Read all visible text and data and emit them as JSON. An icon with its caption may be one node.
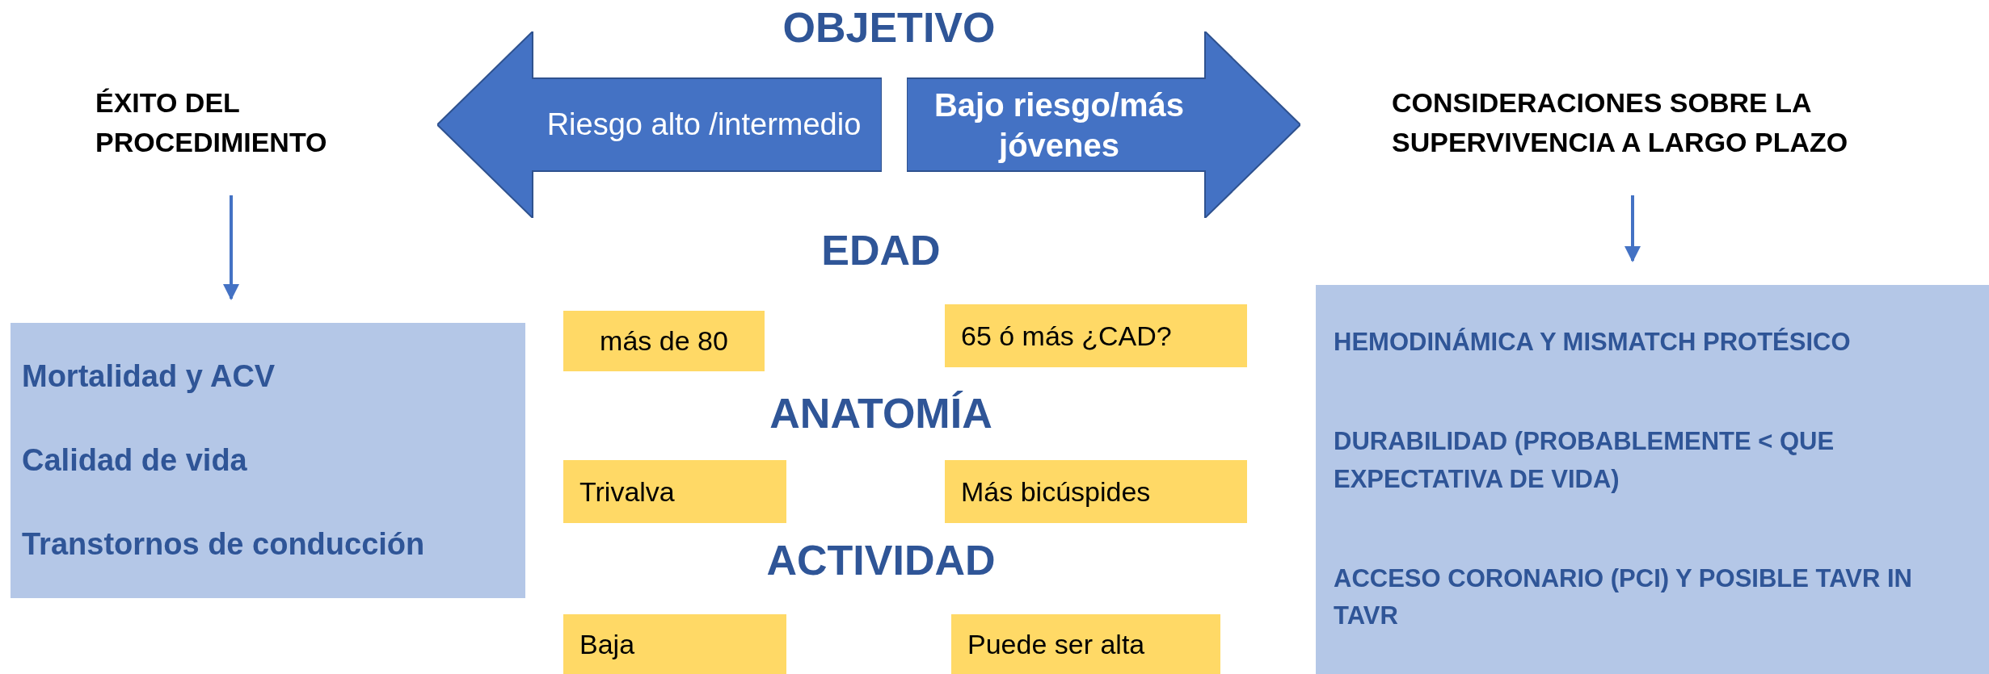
{
  "diagram": {
    "title": "OBJETIVO",
    "nodes": [
      {
        "text": [
          "Riesgo alto /intermedio"
        ]
      },
      {
        "text": [
          "Bajo riesgo/más jóvenes"
        ]
      },
      {
        "text": [
          "ÉXITO DEL PROCEDIMIENTO"
        ]
      },
      {
        "text": [
          "CONSIDERACIONES SOBRE LA SUPERVIVENCIA A LARGO PLAZO"
        ]
      },
      {
        "text": [
          "Mortalidad y ACV",
          "Calidad de vida",
          "Transtornos de conducción"
        ]
      },
      {
        "text": [
          "más de 80"
        ]
      },
      {
        "text": [
          "65 ó más ¿CAD?"
        ]
      },
      {
        "text": [
          "Trivalva"
        ]
      },
      {
        "text": [
          "Más bicúspides"
        ]
      },
      {
        "text": [
          "Baja"
        ]
      },
      {
        "text": [
          "Puede ser alta"
        ]
      },
      {
        "text": [
          "HEMODINÁMICA Y MISMATCH PROTÉSICO",
          "DURABILIDAD (PROBABLEMENTE < QUE EXPECTATIVA DE VIDA)",
          "ACCESO CORONARIO (PCI) Y POSIBLE TAVR IN TAVR"
        ]
      }
    ],
    "edges": [
      {
        "from": 2,
        "to": 4,
        "arrow": "to"
      },
      {
        "from": 3,
        "to": 11,
        "arrow": "to"
      }
    ],
    "labels": [
      "EDAD",
      "ANATOMÍA",
      "ACTIVIDAD"
    ]
  }
}
